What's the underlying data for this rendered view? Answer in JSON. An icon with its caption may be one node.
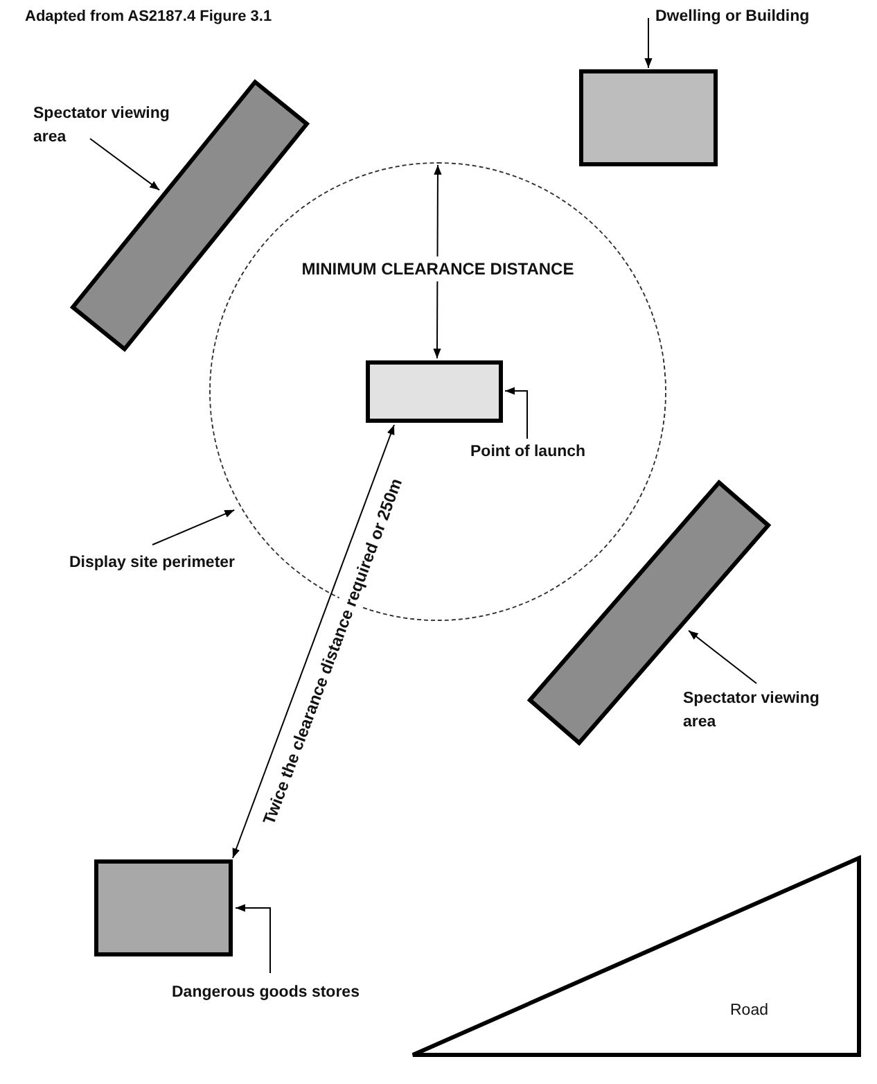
{
  "diagram": {
    "title": "Adapted from AS2187.4 Figure 3.1",
    "nodes": [
      {
        "text": [
          "Spectator viewing area"
        ]
      },
      {
        "text": [],
        "shape": "box"
      },
      {
        "text": [
          "Dwelling or Building"
        ]
      },
      {
        "text": [],
        "shape": "box"
      },
      {
        "text": [],
        "shape": "circle"
      },
      {
        "text": [],
        "shape": "box",
        "in": 4
      },
      {
        "text": [
          "Point of launch"
        ],
        "in": 4
      },
      {
        "text": [
          "Display site perimeter"
        ]
      },
      {
        "text": [
          "Spectator viewing area"
        ]
      },
      {
        "text": [],
        "shape": "box"
      },
      {
        "text": [],
        "shape": "box"
      },
      {
        "text": [
          "Dangerous goods stores"
        ]
      },
      {
        "text": [
          "Road"
        ]
      }
    ],
    "edges": [
      {
        "from": 0,
        "to": 1,
        "arrow": "to"
      },
      {
        "from": 2,
        "to": 3,
        "arrow": "to"
      },
      {
        "from": 5,
        "to": 4,
        "arrow": "both",
        "label": "MINIMUM CLEARANCE DISTANCE"
      },
      {
        "from": 6,
        "to": 5,
        "arrow": "to"
      },
      {
        "from": 7,
        "to": 4,
        "arrow": "to"
      },
      {
        "from": 8,
        "to": 9,
        "arrow": "to"
      },
      {
        "from": 5,
        "to": 10,
        "arrow": "both",
        "label": "Twice the clearance distance required or 250m"
      },
      {
        "from": 11,
        "to": 10,
        "arrow": "to"
      }
    ]
  }
}
